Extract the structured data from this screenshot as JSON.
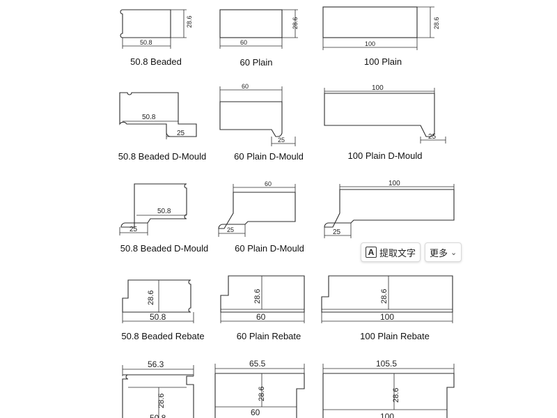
{
  "captions": {
    "beaded": "50.8 Beaded",
    "plain60": "60 Plain",
    "plain100": "100 Plain",
    "beaded_dmould": "50.8 Beaded D-Mould",
    "plain60_dmould": "60 Plain D-Mould",
    "plain100_dmould": "100 Plain D-Mould",
    "beaded_dmould_2": "50.8 Beaded D-Mould",
    "plain60_dmould_2": "60 Plain D-Mould",
    "beaded_rebate": "50.8 Beaded Rebate",
    "plain60_rebate": "60 Plain Rebate",
    "plain100_rebate": "100 Plain Rebate"
  },
  "dims": {
    "w50_8": "50.8",
    "w60": "60",
    "w100": "100",
    "h28_6": "28.6",
    "d25": "25",
    "w56_3": "56.3",
    "w65_5": "65.5",
    "w105_5": "105.5"
  },
  "toolbar": {
    "extract_text": "提取文字",
    "more": "更多",
    "extract_icon": "text-extract-icon",
    "more_icon": "chevron-down-icon"
  }
}
